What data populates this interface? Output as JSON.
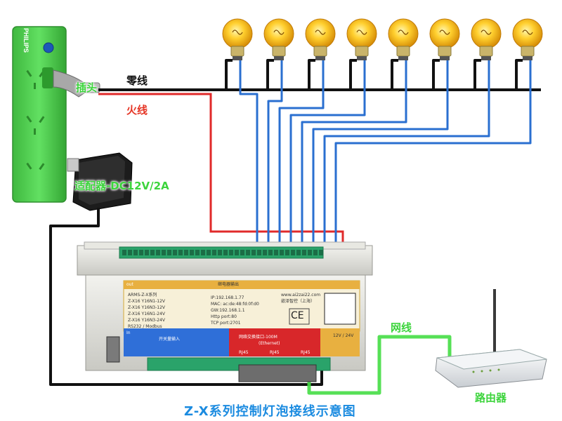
{
  "labels": {
    "neutral": "零线",
    "live": "火线",
    "plug": "插头",
    "adapter": "适配器-DC12V/2A",
    "network": "网线",
    "router": "路由器",
    "title": "Z-X系列控制灯泡接线示意图",
    "brand": "PHILIPS"
  },
  "panel": {
    "out_label": "out",
    "relay_header": "继电器输出",
    "series_title": "ARMS-Z-X系列",
    "models": [
      "Z-X16 Y16N1-12V",
      "Z-X16 Y16N3-12V",
      "Z-X16 Y16N1-24V",
      "Z-X16 Y16N3-24V",
      "RS232 / Modbus"
    ],
    "net": [
      "IP:192.168.1.77",
      "MAC: ac:de:48:fd:0f:d0",
      "GW:192.168.1.1",
      "Http port:80",
      "TCP port:2701"
    ],
    "website": "www.ai2zai22.com",
    "company": "嵌泽智控（上海）",
    "ce": "CE",
    "in_label": "In",
    "in_desc": "开关量输入",
    "eth_title": "网络交换接口-100M",
    "eth_sub": "(Ethernet)",
    "power_note": "12V / 24V",
    "rj45": [
      "RJ45",
      "RJ45",
      "RJ45"
    ]
  },
  "colors": {
    "neutral_wire": "#111111",
    "live_wire": "#e02a2a",
    "signal_wire": "#2a6fd0",
    "network_wire": "#44dd44",
    "strip": "#4cd14c",
    "bulb": "#f4b820",
    "title": "#1b8be0"
  },
  "bulbs_count": 8
}
